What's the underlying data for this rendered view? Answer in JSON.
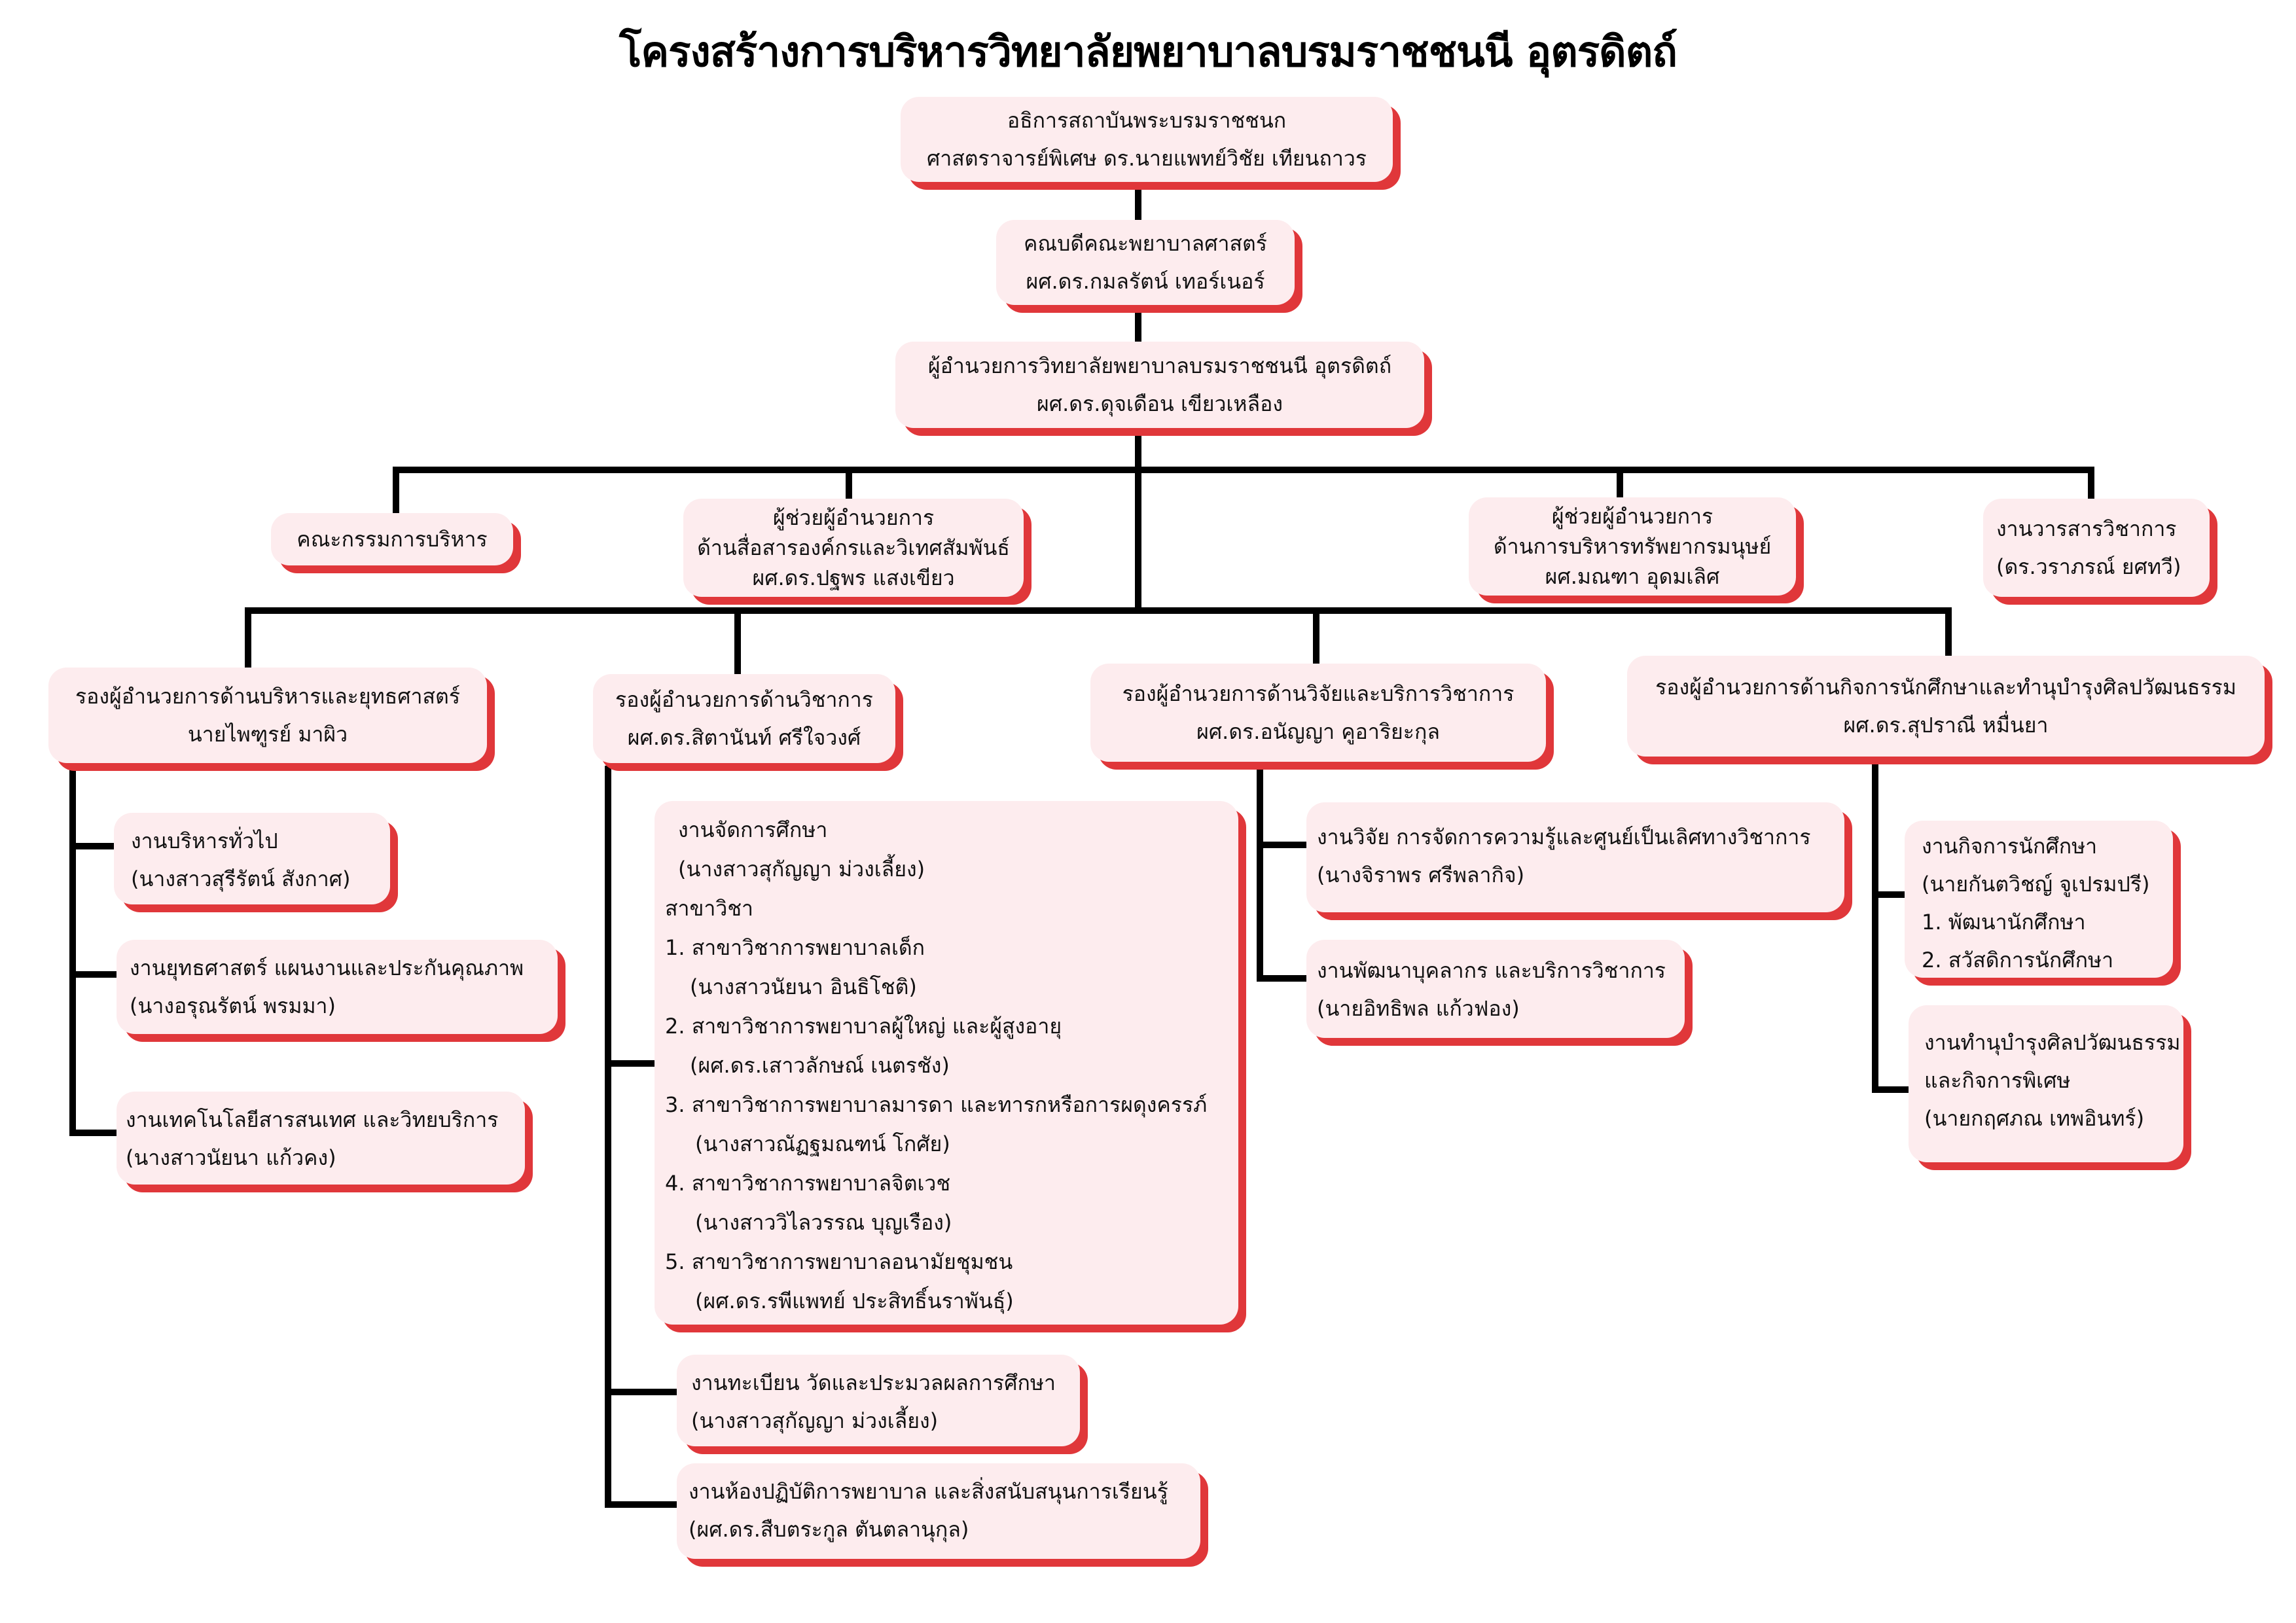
{
  "title": "โครงสร้างการบริหารวิทยาลัยพยาบาลบรมราชชนนี อุตรดิตถ์",
  "colors": {
    "box_fill": "#fdecee",
    "box_shadow": "#e0373a",
    "connector": "#000000"
  },
  "top_chain": [
    {
      "role": "อธิการสถาบันพระบรมราชชนก",
      "name": "ศาสตราจารย์พิเศษ ดร.นายแพทย์วิชัย   เทียนถาวร"
    },
    {
      "role": "คณบดีคณะพยาบาลศาสตร์",
      "name": "ผศ.ดร.กมลรัตน์   เทอร์เนอร์"
    },
    {
      "role": "ผู้อำนวยการวิทยาลัยพยาบาลบรมราชชนนี อุตรดิตถ์",
      "name": "ผศ.ดร.ดุจเดือน   เขียวเหลือง"
    }
  ],
  "staff_level": {
    "committee": {
      "label": "คณะกรรมการบริหาร"
    },
    "assistant_comm": {
      "lines": [
        "ผู้ช่วยผู้อำนวยการ",
        "ด้านสื่อสารองค์กรและวิเทศสัมพันธ์",
        "ผศ.ดร.ปฐพร  แสงเขียว"
      ]
    },
    "assistant_hr": {
      "lines": [
        "ผู้ช่วยผู้อำนวยการ",
        "ด้านการบริหารทรัพยากรมนุษย์",
        "ผศ.มณฑา  อุดมเลิศ"
      ]
    },
    "journal": {
      "lines": [
        "งานวารสารวิชาการ",
        "(ดร.วราภรณ์  ยศทวี)"
      ]
    }
  },
  "deputies": [
    {
      "role": "รองผู้อำนวยการด้านบริหารและยุทธศาสตร์",
      "name": "นายไพฑูรย์   มาผิว",
      "units": [
        {
          "lines": [
            "งานบริหารทั่วไป",
            "(นางสาวสุรีรัตน์  สังกาศ)"
          ]
        },
        {
          "lines": [
            "งานยุทธศาสตร์ แผนงานและประกันคุณภาพ",
            "(นางอรุณรัตน์  พรมมา)"
          ]
        },
        {
          "lines": [
            "งานเทคโนโลยีสารสนเทศ และวิทยบริการ",
            "(นางสาวนัยนา  แก้วคง)"
          ]
        }
      ]
    },
    {
      "role": "รองผู้อำนวยการด้านวิชาการ",
      "name": "ผศ.ดร.สิตานันท์  ศรีใจวงศ์",
      "units": [
        {
          "lines": [
            "งานจัดการศึกษา",
            "(นางสาวสุกัญญา  ม่วงเลี้ยง)",
            "สาขาวิชา",
            "1. สาขาวิชาการพยาบาลเด็ก",
            "(นางสาวนัยนา  อินธิโชติ)",
            "2. สาขาวิชาการพยาบาลผู้ใหญ่ และผู้สูงอายุ",
            "(ผศ.ดร.เสาวลักษณ์  เนตรชัง)",
            "3. สาขาวิชาการพยาบาลมารดา และทารกหรือการผดุงครรภ์",
            "(นางสาวณัฏฐมณฑน์  โกศัย)",
            "4. สาขาวิชาการพยาบาลจิตเวช",
            "(นางสาววิไลวรรณ  บุญเรือง)",
            "5. สาขาวิชาการพยาบาลอนามัยชุมชน",
            "(ผศ.ดร.รพีแพทย์  ประสิทธิ์นราพันธุ์)"
          ]
        },
        {
          "lines": [
            "งานทะเบียน วัดและประมวลผลการศึกษา",
            "(นางสาวสุกัญญา  ม่วงเลี้ยง)"
          ]
        },
        {
          "lines": [
            "งานห้องปฏิบัติการพยาบาล และสิ่งสนับสนุนการเรียนรู้",
            "(ผศ.ดร.สืบตระกูล   ตันตลานุกุล)"
          ]
        }
      ]
    },
    {
      "role": "รองผู้อำนวยการด้านวิจัยและบริการวิชาการ",
      "name": "ผศ.ดร.อนัญญา   คูอาริยะกุล",
      "units": [
        {
          "lines": [
            "งานวิจัย การจัดการความรู้และศูนย์เป็นเลิศทางวิชาการ",
            "(นางจิราพร ศรีพลากิจ)"
          ]
        },
        {
          "lines": [
            "งานพัฒนาบุคลากร และบริการวิชาการ",
            "(นายอิทธิพล  แก้วฟอง)"
          ]
        }
      ]
    },
    {
      "role": "รองผู้อำนวยการด้านกิจการนักศึกษาและทำนุบำรุงศิลปวัฒนธรรม",
      "name": "ผศ.ดร.สุปราณี   หมื่นยา",
      "units": [
        {
          "lines": [
            "งานกิจการนักศึกษา",
            "(นายกันตวิชญ์ จูเปรมปรี)",
            "1. พัฒนานักศึกษา",
            "2. สวัสดิการนักศึกษา"
          ]
        },
        {
          "lines": [
            "งานทำนุบำรุงศิลปวัฒนธรรม",
            "และกิจการพิเศษ",
            "(นายกฤศภณ  เทพอินทร์)"
          ]
        }
      ]
    }
  ]
}
